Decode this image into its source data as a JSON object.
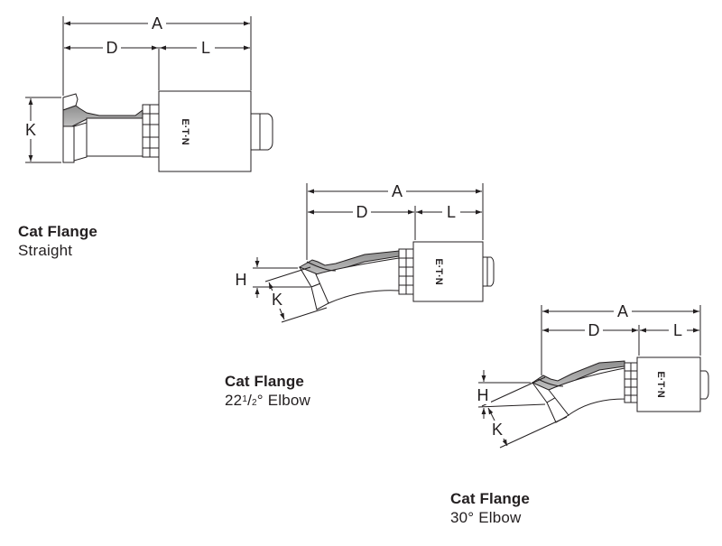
{
  "captions": {
    "straight": {
      "title": "Cat Flange",
      "subtitle": "Straight"
    },
    "elbow22": {
      "title": "Cat Flange",
      "whole": "22",
      "num": "1",
      "den": "2",
      "rest": "° Elbow"
    },
    "elbow30": {
      "title": "Cat Flange",
      "subtitle": "30° Elbow"
    }
  },
  "dims": {
    "A": "A",
    "D": "D",
    "L": "L",
    "K": "K",
    "H": "H"
  },
  "brand": "E·T·N"
}
